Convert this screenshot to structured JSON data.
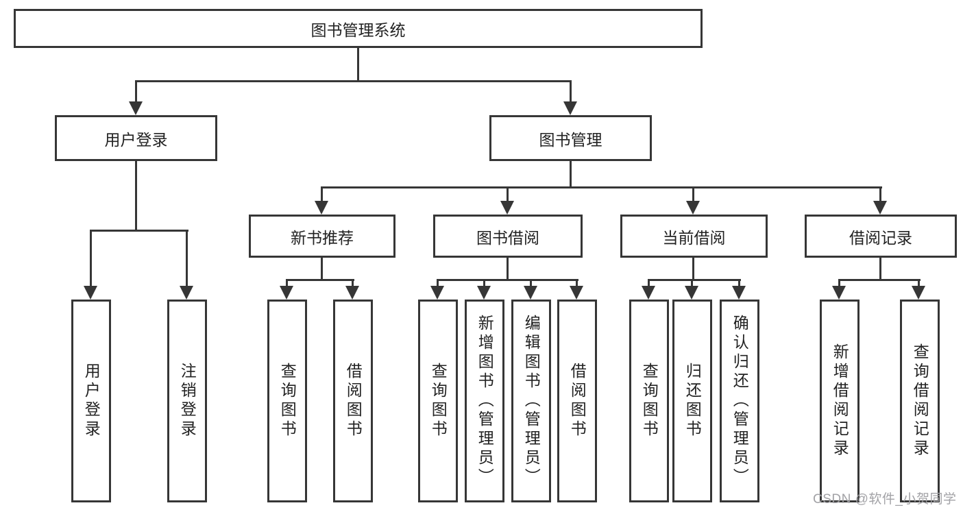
{
  "root": {
    "label": "图书管理系统"
  },
  "login": {
    "label": "用户登录",
    "leaves": [
      {
        "label": "用户登录"
      },
      {
        "label": "注销登录"
      }
    ]
  },
  "management": {
    "label": "图书管理",
    "groups": [
      {
        "label": "新书推荐",
        "leaves": [
          {
            "label": "查询图书"
          },
          {
            "label": "借阅图书"
          }
        ]
      },
      {
        "label": "图书借阅",
        "leaves": [
          {
            "label": "查询图书"
          },
          {
            "label": "新增图书（管理员）"
          },
          {
            "label": "编辑图书（管理员）"
          },
          {
            "label": "借阅图书"
          }
        ]
      },
      {
        "label": "当前借阅",
        "leaves": [
          {
            "label": "查询图书"
          },
          {
            "label": "归还图书"
          },
          {
            "label": "确认归还（管理员）"
          }
        ]
      },
      {
        "label": "借阅记录",
        "leaves": [
          {
            "label": "新增借阅记录"
          },
          {
            "label": "查询借阅记录"
          }
        ]
      }
    ]
  },
  "watermark": {
    "text": "CSDN @软件_小贺同学"
  },
  "colors": {
    "line": "#363636",
    "text": "#222222",
    "watermark": "#a2a2a6",
    "background": "#ffffff"
  }
}
